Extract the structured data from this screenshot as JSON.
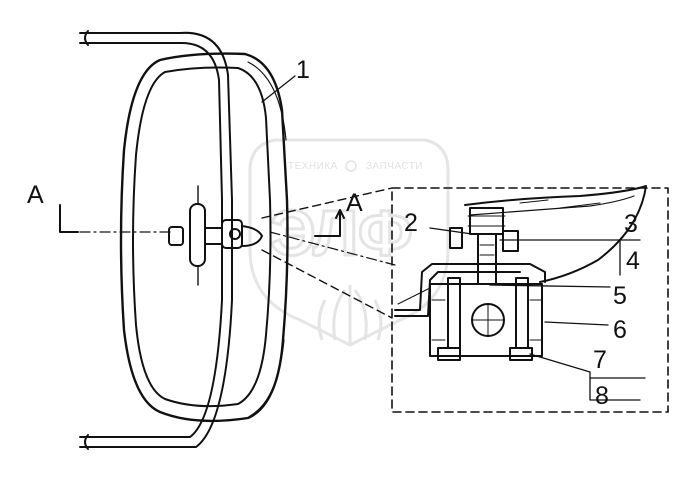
{
  "section_marks": {
    "left": "A",
    "right": "A"
  },
  "callouts": {
    "c1": "1",
    "c2": "2",
    "c3": "3",
    "c4": "4",
    "c5": "5",
    "c6": "6",
    "c7": "7",
    "c8": "8"
  },
  "watermark": {
    "text_left": "ТЕХНИКА",
    "text_right": "ЗАПЧАСТИ",
    "logo": "ЭЛФ"
  },
  "colors": {
    "ink": "#111111",
    "watermark": "#cfcfcf"
  }
}
